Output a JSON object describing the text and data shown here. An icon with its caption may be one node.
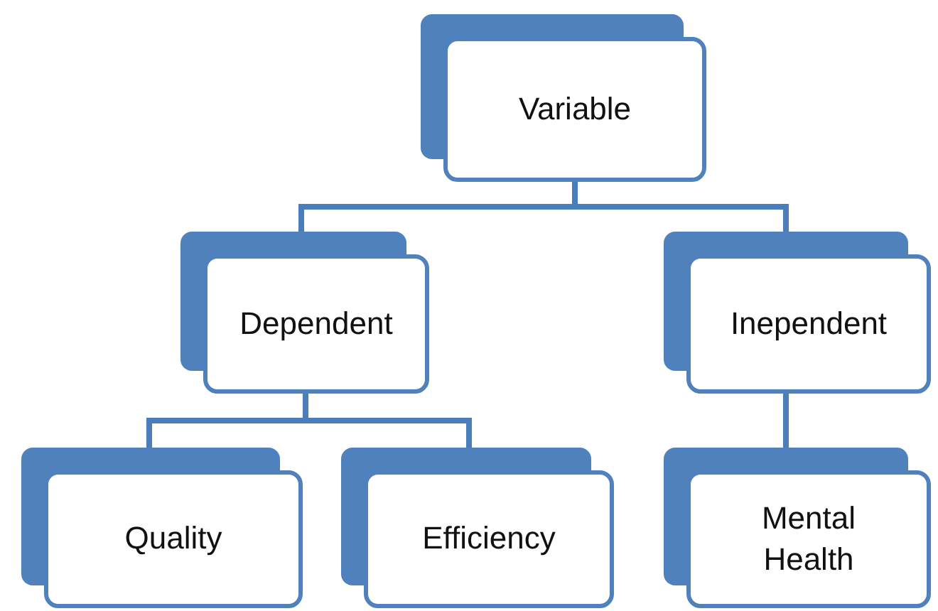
{
  "diagram": {
    "nodes": [
      {
        "text": [
          "Variable"
        ]
      },
      {
        "text": [
          "Dependent"
        ]
      },
      {
        "text": [
          "Inependent"
        ]
      },
      {
        "text": [
          "Quality"
        ]
      },
      {
        "text": [
          "Efficiency"
        ]
      },
      {
        "text": [
          "Mental Health"
        ]
      }
    ],
    "edges": [
      {
        "from": 0,
        "to": 1,
        "arrow": "none"
      },
      {
        "from": 0,
        "to": 2,
        "arrow": "none"
      },
      {
        "from": 1,
        "to": 3,
        "arrow": "none"
      },
      {
        "from": 1,
        "to": 4,
        "arrow": "none"
      },
      {
        "from": 2,
        "to": 5,
        "arrow": "none"
      }
    ]
  }
}
